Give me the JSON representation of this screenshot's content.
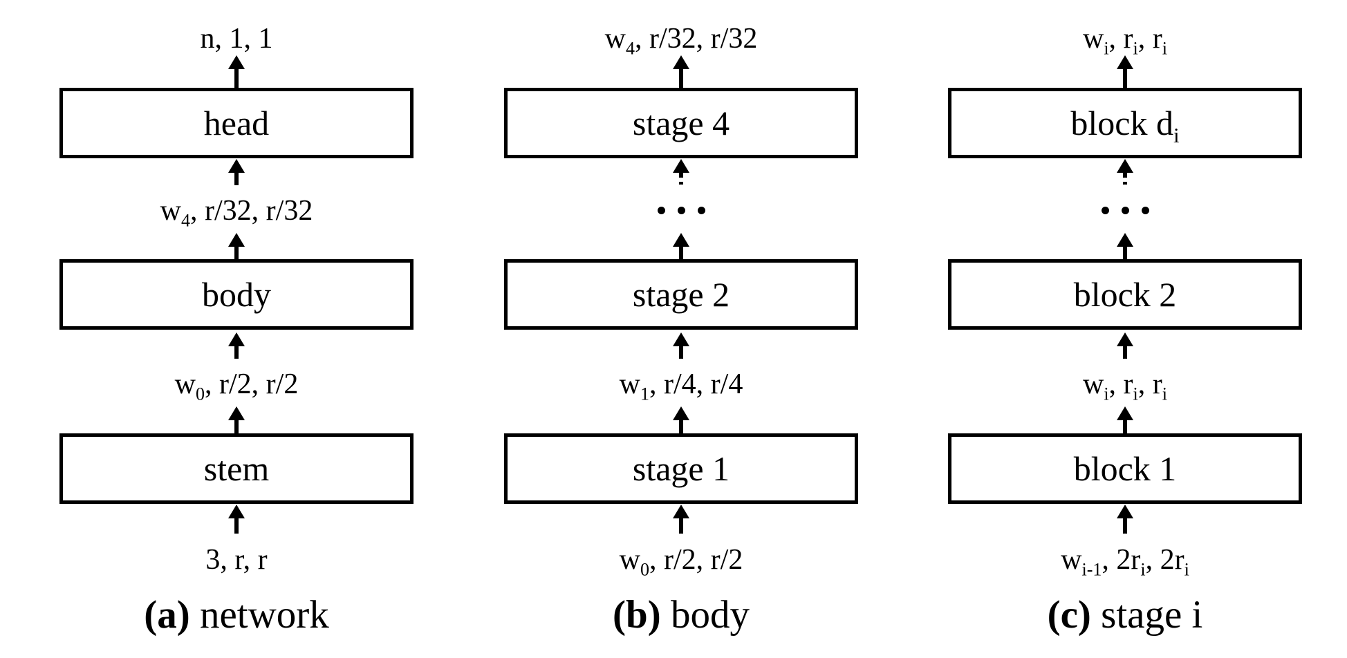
{
  "colors": {
    "ink": "#000000",
    "background": "#ffffff"
  },
  "figure": {
    "columns": [
      {
        "id": "a",
        "caption": [
          {
            "b": "(a)"
          },
          {
            "t": " network"
          }
        ],
        "output_label": [
          {
            "t": "n, 1, 1"
          }
        ],
        "boxes": {
          "top": [
            {
              "t": "head"
            }
          ],
          "middle": [
            {
              "t": "body"
            }
          ],
          "bottom": [
            {
              "t": "stem"
            }
          ]
        },
        "upper_label": [
          {
            "t": "w"
          },
          {
            "sub": "4"
          },
          {
            "t": ", r/32, r/32"
          }
        ],
        "lower_label": [
          {
            "t": "w"
          },
          {
            "sub": "0"
          },
          {
            "t": ", r/2, r/2"
          }
        ],
        "input_label": [
          {
            "t": "3, r, r"
          }
        ],
        "has_ellipsis": false
      },
      {
        "id": "b",
        "caption": [
          {
            "b": "(b)"
          },
          {
            "t": " body"
          }
        ],
        "output_label": [
          {
            "t": "w"
          },
          {
            "sub": "4"
          },
          {
            "t": ", r/32, r/32"
          }
        ],
        "boxes": {
          "top": [
            {
              "t": "stage 4"
            }
          ],
          "middle": [
            {
              "t": "stage 2"
            }
          ],
          "bottom": [
            {
              "t": "stage 1"
            }
          ]
        },
        "lower_label": [
          {
            "t": "w"
          },
          {
            "sub": "1"
          },
          {
            "t": ", r/4, r/4"
          }
        ],
        "input_label": [
          {
            "t": "w"
          },
          {
            "sub": "0"
          },
          {
            "t": ", r/2, r/2"
          }
        ],
        "has_ellipsis": true
      },
      {
        "id": "c",
        "caption": [
          {
            "b": "(c)"
          },
          {
            "t": " stage i"
          }
        ],
        "output_label": [
          {
            "t": "w"
          },
          {
            "sub": "i"
          },
          {
            "t": ", r"
          },
          {
            "sub": "i"
          },
          {
            "t": ", r"
          },
          {
            "sub": "i"
          }
        ],
        "boxes": {
          "top": [
            {
              "t": "block d"
            },
            {
              "sub": "i"
            }
          ],
          "middle": [
            {
              "t": "block 2"
            }
          ],
          "bottom": [
            {
              "t": "block 1"
            }
          ]
        },
        "lower_label": [
          {
            "t": "w"
          },
          {
            "sub": "i"
          },
          {
            "t": ", r"
          },
          {
            "sub": "i"
          },
          {
            "t": ", r"
          },
          {
            "sub": "i"
          }
        ],
        "input_label": [
          {
            "t": "w"
          },
          {
            "sub": "i-1"
          },
          {
            "t": ", 2r"
          },
          {
            "sub": "i"
          },
          {
            "t": ", 2r"
          },
          {
            "sub": "i"
          }
        ],
        "has_ellipsis": true
      }
    ]
  }
}
